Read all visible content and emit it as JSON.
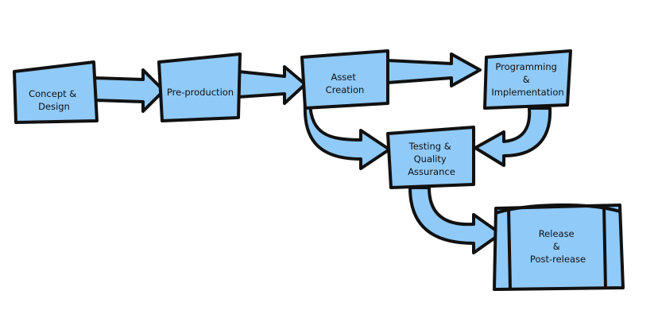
{
  "colors": {
    "box_fill": "#90CAF9",
    "arrow_fill": "#90CAF9",
    "outline": "#111111",
    "background": "#FFFFFF"
  },
  "nodes": [
    {
      "id": "concept",
      "lines": [
        "Concept &",
        "Design"
      ]
    },
    {
      "id": "preproduction",
      "lines": [
        "Pre-production"
      ]
    },
    {
      "id": "asset",
      "lines": [
        "Asset",
        "Creation"
      ]
    },
    {
      "id": "programming",
      "lines": [
        "Programming",
        "&",
        "Implementation"
      ]
    },
    {
      "id": "testing",
      "lines": [
        "Testing &",
        "Quality",
        "Assurance"
      ]
    },
    {
      "id": "release",
      "lines": [
        "Release",
        "&",
        "Post-release"
      ]
    }
  ],
  "edges": [
    {
      "from": "concept",
      "to": "preproduction"
    },
    {
      "from": "preproduction",
      "to": "asset"
    },
    {
      "from": "asset",
      "to": "programming"
    },
    {
      "from": "asset",
      "to": "testing"
    },
    {
      "from": "programming",
      "to": "testing"
    },
    {
      "from": "testing",
      "to": "release"
    }
  ]
}
